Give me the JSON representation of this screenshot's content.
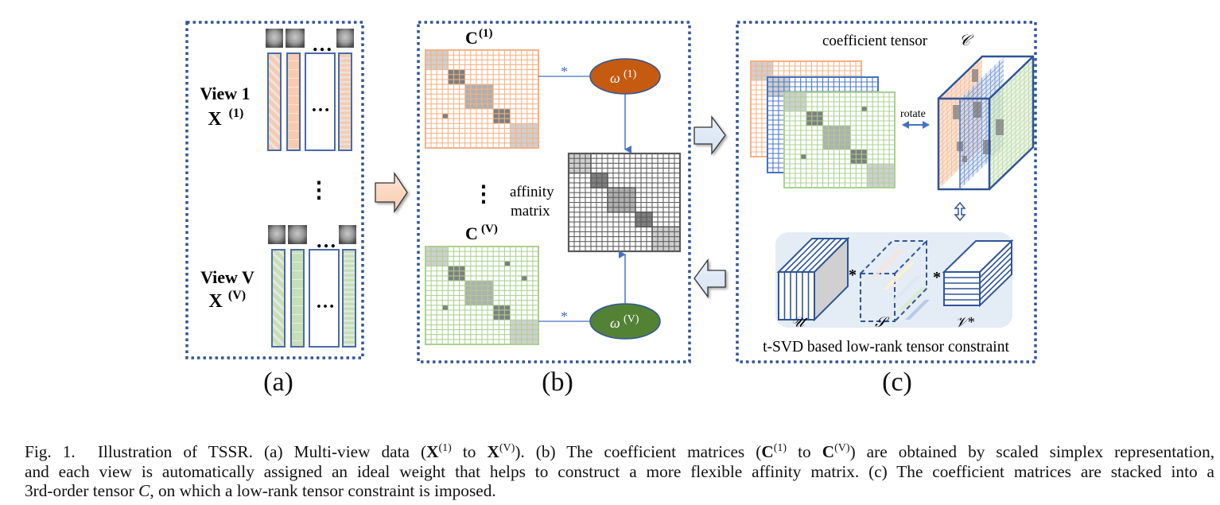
{
  "panels": {
    "a": {
      "label": "(a)",
      "view1": {
        "title": "View 1",
        "symbol": "X",
        "sup": "(1)"
      },
      "viewV": {
        "title": "View V",
        "symbol": "X",
        "sup": "(V)"
      },
      "ellipsis_h": "…",
      "ellipsis_v": "⋮",
      "colors": {
        "view1_fill": "#f8cbad",
        "viewV_fill": "#c5e0b4",
        "column_border": "#4a6aa8"
      }
    },
    "b": {
      "label": "(b)",
      "c1": {
        "symbol": "C",
        "sup": "(1)"
      },
      "cV": {
        "symbol": "C",
        "sup": "(V)"
      },
      "omega1": {
        "symbol": "ω",
        "sup": "(1)",
        "fill": "#c55a11"
      },
      "omegaV": {
        "symbol": "ω",
        "sup": "(V)",
        "fill": "#548235"
      },
      "star": "*",
      "affinity_label_line1": "affinity",
      "affinity_label_line2": "matrix",
      "ellipsis_v": "⋮",
      "colors": {
        "c1_grid": "#f4b183",
        "cV_grid": "#a9d18e",
        "affinity_grid": "#595959",
        "arrow": "#4472c4"
      }
    },
    "c": {
      "label": "(c)",
      "title": "coefficient tensor",
      "tensor_symbol": "𝒞",
      "rotate_label": "rotate",
      "svd_caption": "t-SVD based low-rank tensor constraint",
      "U_symbol": "𝒰",
      "S_symbol": "𝒮",
      "V_symbol": "𝒱*",
      "star": "*",
      "colors": {
        "orange": "#f4b183",
        "blue": "#4472c4",
        "green": "#a9d18e",
        "svd_bg": "#e4ecf6",
        "frame": "#2f5597"
      }
    }
  },
  "caption": {
    "line1": {
      "fig": "Fig. 1.",
      "p1": "Illustration of TSSR. (a) Multi-view data (",
      "X": "X",
      "sup1": "(1)",
      "to": "to",
      "supV": "(V)",
      "p2": "). (b) The coefficient matrices (",
      "C": "C",
      "p3": ") are obtained by scaled simplex representation,"
    },
    "line2": "and each view is automatically assigned an ideal weight that helps to construct a more flexible affinity matrix. (c) The coefficient matrices are stacked into a",
    "line3": {
      "p1": "3rd-order tensor",
      "tensor": "C",
      "p2": ", on which a low-rank tensor constraint is imposed."
    }
  }
}
